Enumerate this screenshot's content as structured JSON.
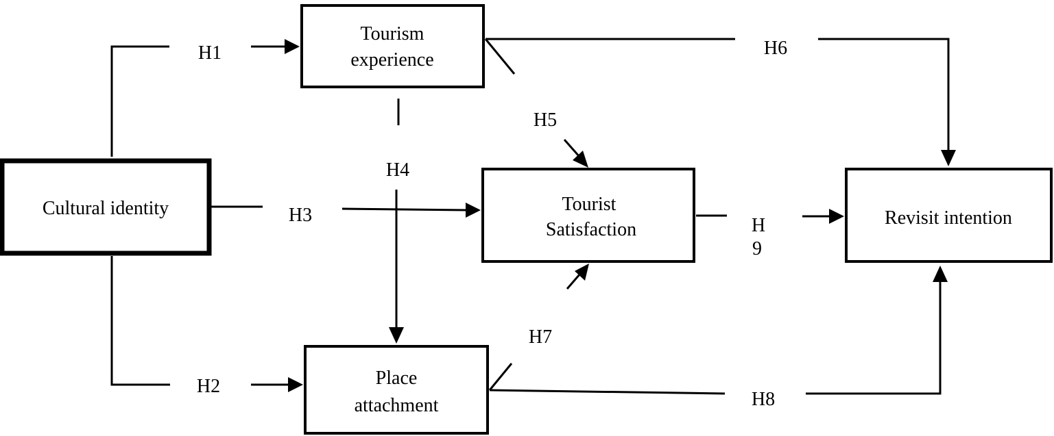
{
  "nodes": {
    "cultural_identity": {
      "lines": [
        "Cultural identity"
      ]
    },
    "tourism_experience": {
      "lines": [
        "Tourism",
        "experience"
      ]
    },
    "place_attachment": {
      "lines": [
        "Place",
        "attachment"
      ]
    },
    "tourist_satisfaction": {
      "lines": [
        "Tourist",
        "Satisfaction"
      ]
    },
    "revisit_intention": {
      "lines": [
        "Revisit intention"
      ]
    }
  },
  "hypotheses": {
    "h1": "H1",
    "h2": "H2",
    "h3": "H3",
    "h4": "H4",
    "h5": "H5",
    "h6": "H6",
    "h7": "H7",
    "h8": "H8",
    "h9_line1": "H",
    "h9_line2": "9"
  },
  "colors": {
    "stroke": "#000000",
    "background": "#ffffff"
  }
}
